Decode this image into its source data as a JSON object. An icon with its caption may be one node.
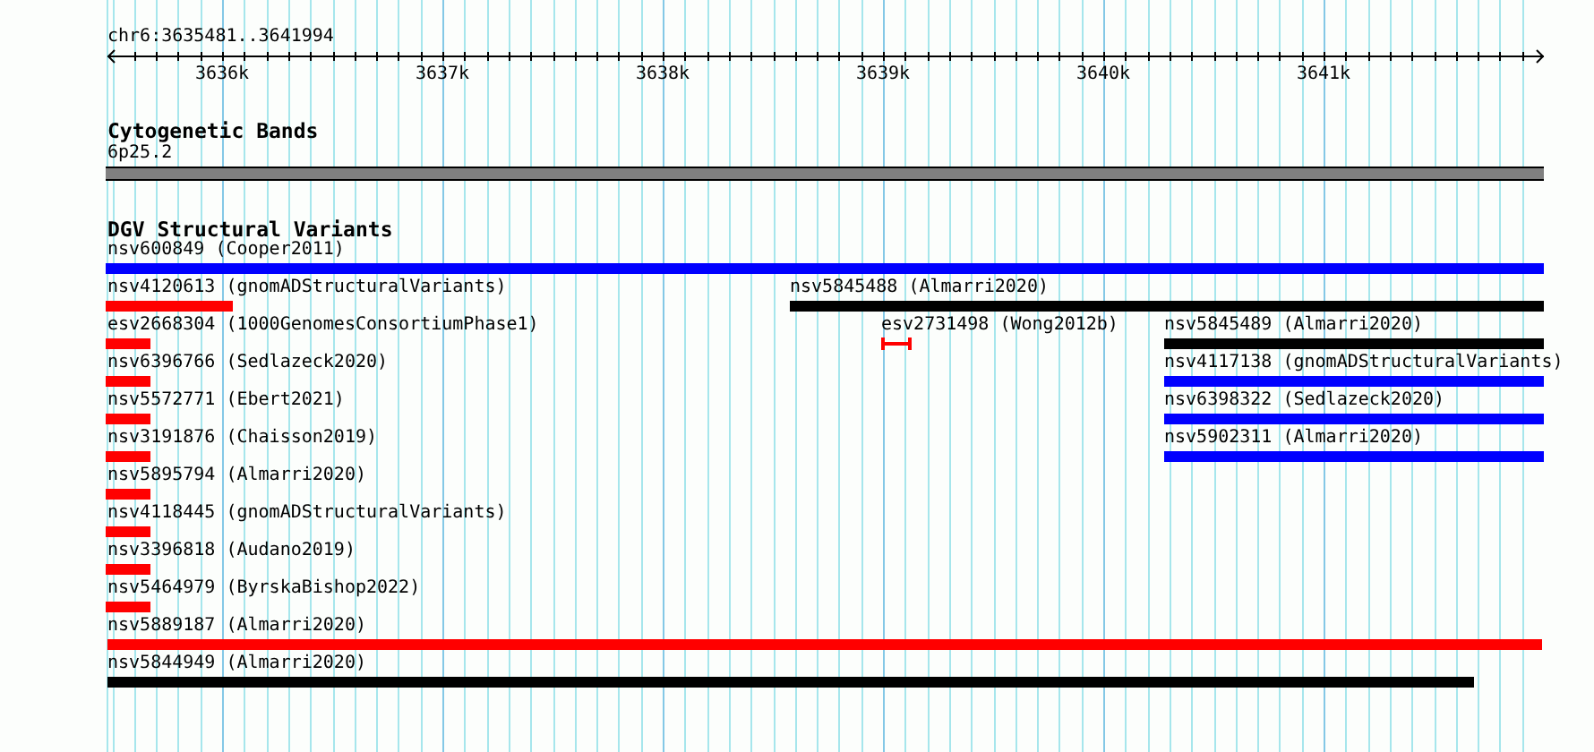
{
  "diagram": {
    "nodes": [
      {
        "text": [
          "6p25.2"
        ]
      },
      {
        "text": [
          "nsv600849 (Cooper2011)"
        ]
      },
      {
        "text": [
          "nsv4120613 (gnomADStructuralVariants)"
        ]
      },
      {
        "text": [
          "nsv5845488 (Almarri2020)"
        ]
      },
      {
        "text": [
          "esv2668304 (1000GenomesConsortiumPhase1)"
        ]
      },
      {
        "text": [
          "esv2731498 (Wong2012b)"
        ]
      },
      {
        "text": [
          "nsv5845489 (Almarri2020)"
        ]
      },
      {
        "text": [
          "nsv6396766 (Sedlazeck2020)"
        ]
      },
      {
        "text": [
          "nsv4117138 (gnomADStructuralVariants)"
        ]
      },
      {
        "text": [
          "nsv5572771 (Ebert2021)"
        ]
      },
      {
        "text": [
          "nsv6398322 (Sedlazeck2020)"
        ]
      },
      {
        "text": [
          "nsv3191876 (Chaisson2019)"
        ]
      },
      {
        "text": [
          "nsv5902311 (Almarri2020)"
        ]
      },
      {
        "text": [
          "nsv5895794 (Almarri2020)"
        ]
      },
      {
        "text": [
          "nsv4118445 (gnomADStructuralVariants)"
        ]
      },
      {
        "text": [
          "nsv3396818 (Audano2019)"
        ]
      },
      {
        "text": [
          "nsv5464979 (ByrskaBishop2022)"
        ]
      },
      {
        "text": [
          "nsv5889187 (Almarri2020)"
        ]
      },
      {
        "text": [
          "nsv5844949 (Almarri2020)"
        ]
      }
    ],
    "labels": [
      "chr6:3635481..3641994",
      "3636k",
      "3637k",
      "3638k",
      "3639k",
      "3640k",
      "3641k",
      "Cytogenetic Bands",
      "DGV Structural Variants"
    ]
  }
}
